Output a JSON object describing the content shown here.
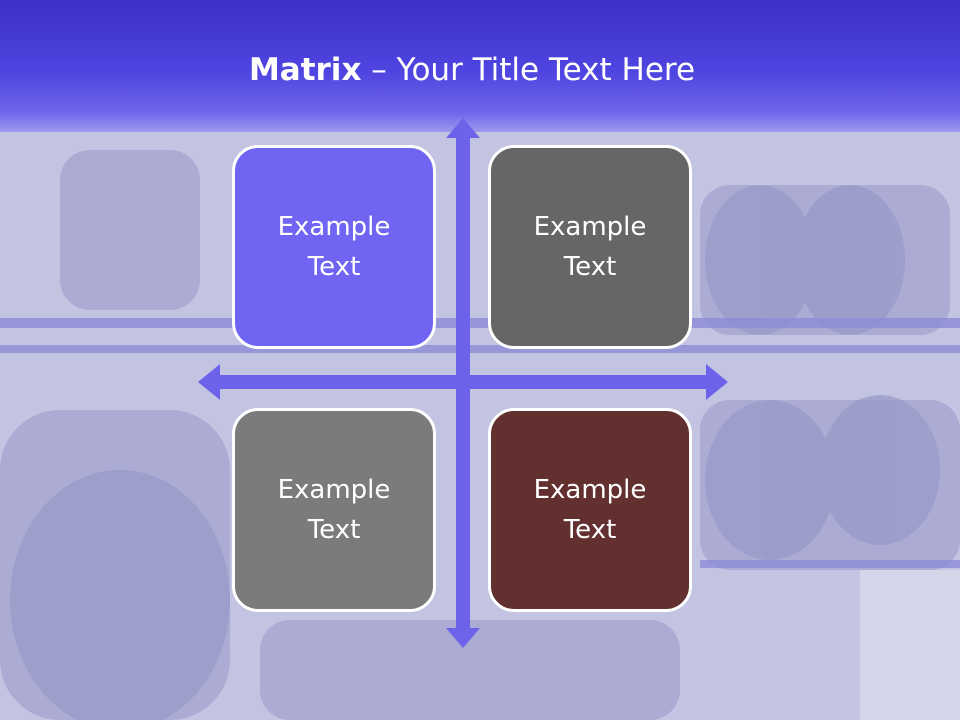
{
  "title": {
    "bold": "Matrix",
    "rest": " – Your Title Text Here"
  },
  "quadrants": [
    {
      "text": "Example Text",
      "color": "#6f65f2"
    },
    {
      "text": "Example Text",
      "color": "#666666"
    },
    {
      "text": "Example Text",
      "color": "#7b7b7b"
    },
    {
      "text": "Example Text",
      "color": "#633030"
    }
  ],
  "colors": {
    "header": "#4437d6",
    "arrows": "#6c63ea",
    "box_border": "#ffffff"
  }
}
